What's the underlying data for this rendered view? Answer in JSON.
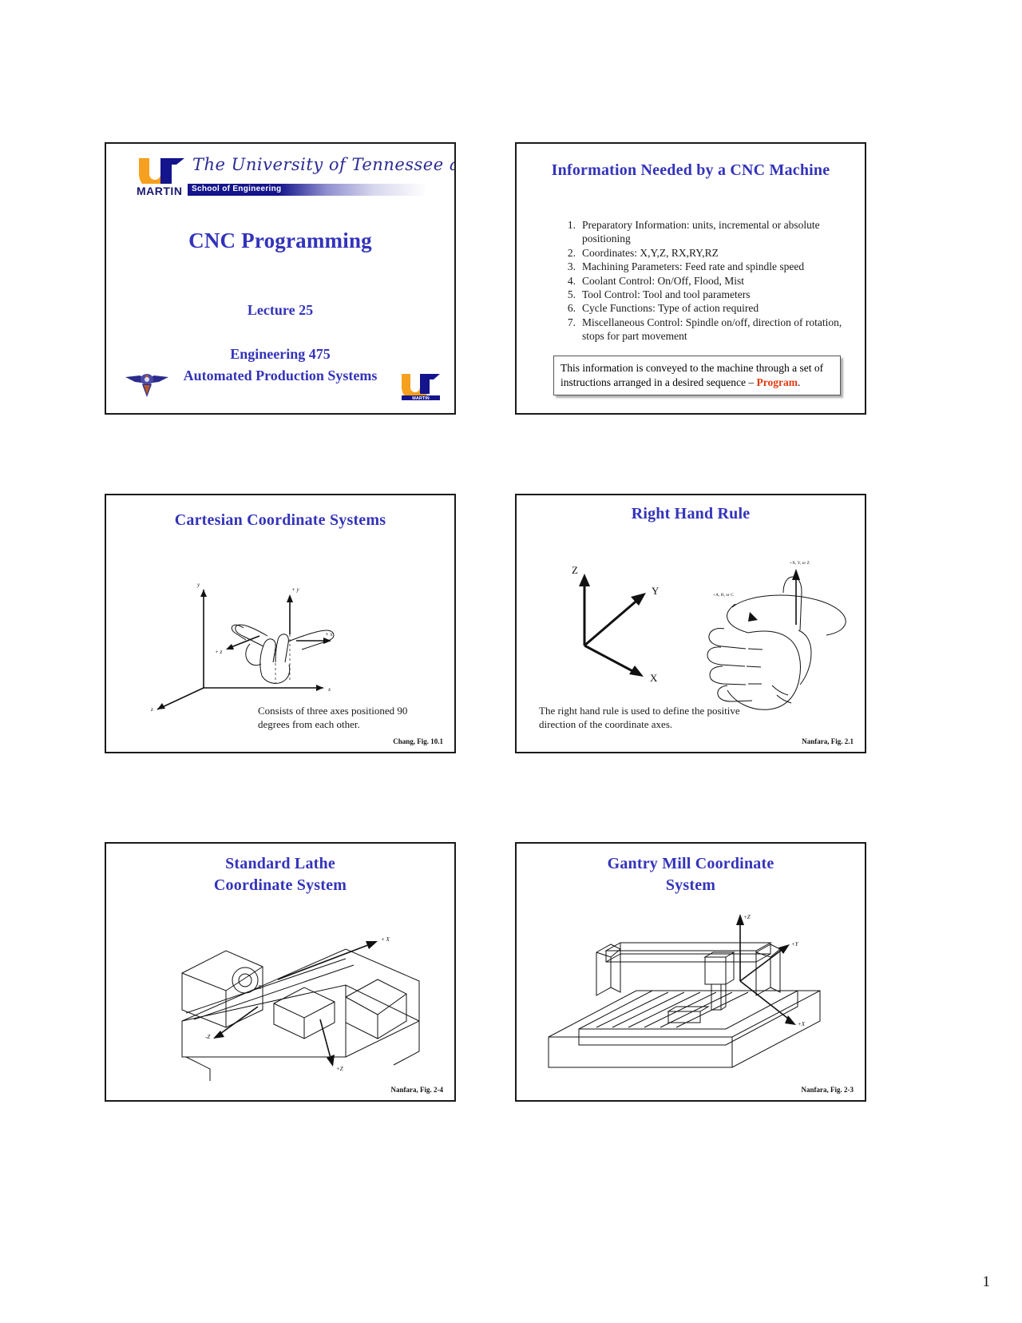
{
  "document": {
    "page_number": "1"
  },
  "slide1": {
    "university": "The University of Tennessee at Martin",
    "martin_label": "MARTIN",
    "school_bar": "School of Engineering",
    "title": "CNC Programming",
    "lecture": "Lecture 25",
    "course_number": "Engineering 475",
    "course_name": "Automated Production Systems"
  },
  "slide2": {
    "title": "Information Needed by a CNC Machine",
    "items": [
      {
        "num": "1.",
        "text": "Preparatory Information: units, incremental or absolute positioning"
      },
      {
        "num": "2.",
        "text": "Coordinates: X,Y,Z, RX,RY,RZ"
      },
      {
        "num": "3.",
        "text": "Machining Parameters: Feed rate and spindle speed"
      },
      {
        "num": "4.",
        "text": "Coolant Control: On/Off, Flood, Mist"
      },
      {
        "num": "5.",
        "text": "Tool Control: Tool and tool parameters"
      },
      {
        "num": "6.",
        "text": "Cycle Functions: Type of action required"
      },
      {
        "num": "7.",
        "text": "Miscellaneous Control: Spindle on/off, direction of rotation, stops for part movement"
      }
    ],
    "callout_text": "This information is conveyed to the machine through a set of instructions arranged in a desired sequence – ",
    "callout_highlight": "Program",
    "callout_end": "."
  },
  "slide3": {
    "title": "Cartesian Coordinate Systems",
    "caption": "Consists of three axes positioned 90 degrees from each other.",
    "credit": "Chang, Fig. 10.1",
    "axis_labels": {
      "y": "y",
      "x": "x",
      "z": "z"
    },
    "hand_labels": {
      "py": "+ y",
      "px": "+ x",
      "pz": "+ z"
    }
  },
  "slide4": {
    "title": "Right Hand Rule",
    "caption": "The right hand rule is used to define the positive direction of the coordinate axes.",
    "credit": "Nanfara, Fig. 2.1",
    "axis_labels": {
      "z": "Z",
      "y": "Y",
      "x": "X"
    },
    "hand_labels": {
      "linear": "+X, Y, or Z",
      "rotary": "+A, B, or C"
    }
  },
  "slide5": {
    "title_line1": "Standard Lathe",
    "title_line2": "Coordinate System",
    "credit": "Nanfara, Fig. 2-4",
    "axis_labels": {
      "px": "+ X",
      "x": "X",
      "nz": "-Z",
      "z": "+Z"
    }
  },
  "slide6": {
    "title_line1": "Gantry Mill Coordinate",
    "title_line2": "System",
    "credit": "Nanfara, Fig. 2-3",
    "axis_labels": {
      "pz": "+Z",
      "py": "+Y",
      "px": "+X"
    }
  },
  "colors": {
    "title_blue": "#3333bb",
    "program_red": "#e03a10",
    "ut_orange": "#f5a01e",
    "ut_navy": "#14148c",
    "border": "#1a1a1a"
  }
}
